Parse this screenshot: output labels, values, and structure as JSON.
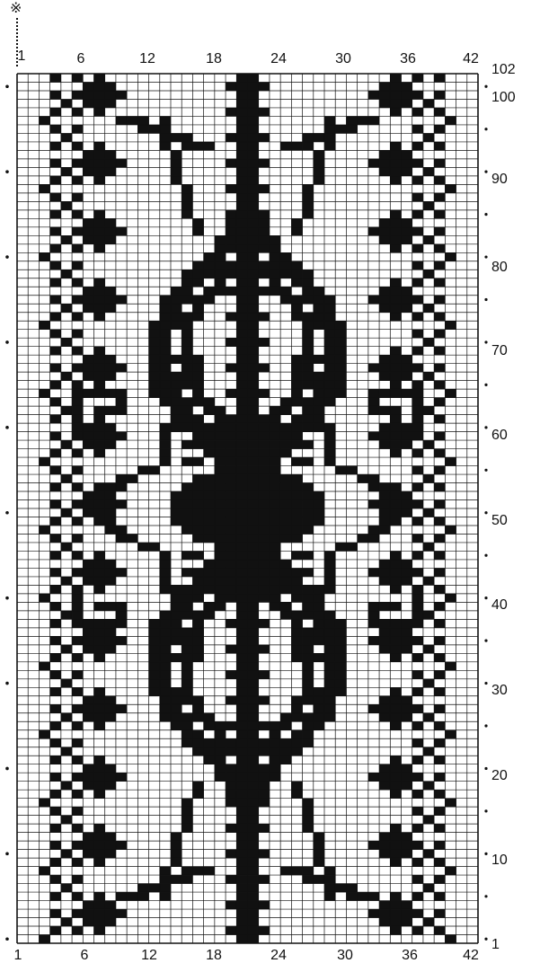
{
  "chart": {
    "symbol": "※",
    "top_axis_labels": [
      "1",
      "6",
      "12",
      "18",
      "24",
      "30",
      "36",
      "42"
    ],
    "bottom_axis_labels": [
      "1",
      "6",
      "12",
      "18",
      "24",
      "30",
      "36",
      "42"
    ],
    "right_axis_labels": [
      "102",
      "100",
      "90",
      "80",
      "70",
      "60",
      "50",
      "40",
      "30",
      "20",
      "10",
      "1"
    ],
    "ink_color": "#111111",
    "paper_color": "#ffffff"
  },
  "chart_data": {
    "type": "heatmap",
    "stitches": 42,
    "rows": 102,
    "x_ticks": [
      1,
      6,
      12,
      18,
      24,
      30,
      36,
      42
    ],
    "y_ticks": [
      1,
      10,
      20,
      30,
      40,
      50,
      60,
      70,
      80,
      90,
      100,
      102
    ]
  }
}
